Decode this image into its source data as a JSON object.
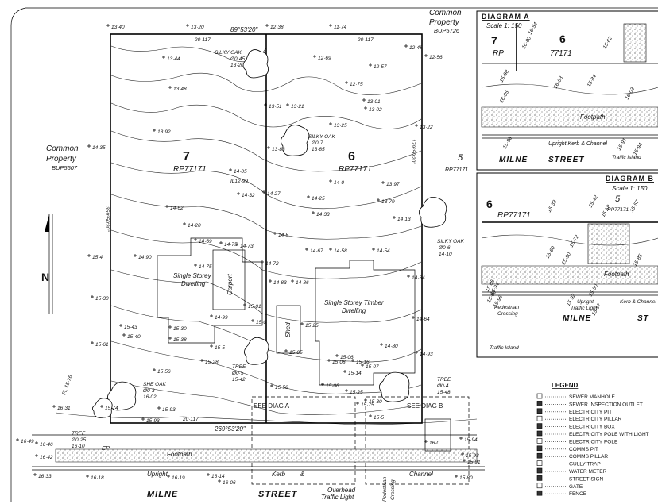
{
  "lots": [
    {
      "number": "7",
      "plan": "RP77171"
    },
    {
      "number": "6",
      "plan": "RP77171"
    }
  ],
  "lot5": "5",
  "lot5_plan": "RP77171",
  "common_left": {
    "line1": "Common",
    "line2": "Property",
    "plan": "BUP5507"
  },
  "common_top": {
    "line1": "Common",
    "line2": "Property",
    "plan": "BUP5726"
  },
  "bearings": {
    "top": "89°53'20\"",
    "bottom": "269°53'20\"",
    "left": "359°50'20\"",
    "right": "179°50'20\""
  },
  "distances": {
    "top": "20·117",
    "bottom": "20·117",
    "top_right": "20·117"
  },
  "dwellings": {
    "lot7": {
      "line1": "Single Storey",
      "line2": "Dwelling"
    },
    "carport": "Carport",
    "lot6": {
      "line1": "Single Storey Timber",
      "line2": "Dwelling"
    },
    "shed": "Shed"
  },
  "trees": [
    {
      "line1": "SILKY OAK",
      "line2": "Ø0·45",
      "line3": "13·20"
    },
    {
      "line1": "SILKY OAK",
      "line2": "Ø0·7",
      "line3": "13·85"
    },
    {
      "line1": "SILKY OAK",
      "line2": "Ø0·6",
      "line3": "14·10"
    },
    {
      "line1": "TREE",
      "line2": "Ø0·5",
      "line3": "15·42"
    },
    {
      "line1": "SHE OAK",
      "line2": "Ø0·3",
      "line3": "16·02"
    },
    {
      "line1": "TREE",
      "line2": "Ø0·25",
      "line3": "16·10"
    },
    {
      "line1": "TREE",
      "line2": "Ø0·4",
      "line3": "15·48"
    }
  ],
  "il": "IL12·99",
  "fl": "FL 15·76",
  "ep": "EP",
  "street": {
    "name1": "MILNE",
    "name2": "STREET"
  },
  "road_labels": {
    "footpath": "Footpath",
    "upright": "Upright",
    "kerb": "Kerb",
    "amp": "&",
    "channel": "Channel",
    "overhead_line1": "Overhead",
    "overhead_line2": "Traffic Light",
    "pedestrian": "Pedestrian",
    "crossing": "Crossing"
  },
  "see_diag_a": "SEE DIAG A",
  "see_diag_b": "SEE DIAG B",
  "north": "N",
  "spot_heights": [
    "13·40",
    "13·20",
    "12·38",
    "11·74",
    "12·48",
    "12·56",
    "13·44",
    "13·48",
    "12·69",
    "12·57",
    "12·75",
    "13·01",
    "13·02",
    "13·22",
    "13·51",
    "13·21",
    "13·25",
    "13·92",
    "14·35",
    "14·05",
    "13·83",
    "14·0",
    "13·97",
    "13·79",
    "14·32",
    "14·27",
    "14·25",
    "14·33",
    "14·13",
    "14·5",
    "14·62",
    "14·20",
    "14·69",
    "14·75",
    "14·73",
    "14·72",
    "14·67",
    "14·58",
    "14·54",
    "14·34",
    "15·4",
    "14·90",
    "14·83",
    "14·86",
    "14·75",
    "15·30",
    "14·99",
    "15·01",
    "15·0",
    "15·30",
    "15·43",
    "15·40",
    "15·38",
    "15·5",
    "15·28",
    "15·25",
    "15·05",
    "15·06",
    "15·07",
    "14·80",
    "14·64",
    "14·93",
    "15·61",
    "15·56",
    "15·08",
    "15·16",
    "15·14",
    "15·06",
    "15·25",
    "15·30",
    "15·5",
    "15·93",
    "15·74",
    "16·31",
    "16·46",
    "16·42",
    "16·49",
    "16·33",
    "16·18",
    "16·19",
    "16·14",
    "16·06",
    "15·94",
    "15·93",
    "15·91",
    "15·80",
    "16·0",
    "15·75",
    "15·93",
    "15·58"
  ],
  "diagram_a": {
    "title": "DIAGRAM A",
    "scale": "Scale 1: 150",
    "lot_left": "7",
    "lot_right": "6",
    "rp": "RP",
    "plan": "77171",
    "footpath": "Footpath",
    "kerb": "Upright Kerb & Channel",
    "island": "Traffic Island",
    "street1": "MILNE",
    "street2": "STREET",
    "spots": [
      "16·54",
      "16·80",
      "15·62",
      "15·98",
      "16·03",
      "15·84",
      "16·03",
      "16·05",
      "15·96",
      "15·91",
      "15·94"
    ]
  },
  "diagram_b": {
    "title": "DIAGRAM B",
    "scale": "Scale 1: 150",
    "lot_left": "6",
    "lot_right": "5",
    "plan_left": "RP77171",
    "plan_right": "RP77171",
    "footpath": "Footpath",
    "pedestrian": "Pedestrian",
    "crossing": "Crossing",
    "upright": "Upright",
    "traffic_light": "Traffic Light",
    "kerb": "Kerb & Channel",
    "island": "Traffic Island",
    "street1": "MILNE",
    "street2": "ST",
    "spots": [
      "15·33",
      "15·42",
      "15·58",
      "15·57",
      "15·72",
      "15·60",
      "15·90",
      "15·85",
      "15·94",
      "15·80",
      "15·85",
      "15·88",
      "15·96",
      "15·92",
      "15·97"
    ]
  },
  "legend": {
    "title": "LEGEND",
    "items": [
      {
        "icon": "sewer-manhole-icon",
        "label": "SEWER MANHOLE"
      },
      {
        "icon": "sewer-inspection-icon",
        "label": "SEWER INSPECTION OUTLET"
      },
      {
        "icon": "electricity-pit-icon",
        "label": "ELECTRICITY PIT"
      },
      {
        "icon": "electricity-pillar-icon",
        "label": "ELECTRICITY PILLAR"
      },
      {
        "icon": "electricity-box-icon",
        "label": "ELECTRICITY BOX"
      },
      {
        "icon": "pole-light-icon",
        "label": "ELECTRICITY POLE WITH LIGHT"
      },
      {
        "icon": "pole-icon",
        "label": "ELECTRICITY POLE"
      },
      {
        "icon": "comms-pit-icon",
        "label": "COMMS PIT"
      },
      {
        "icon": "comms-pillar-icon",
        "label": "COMMS PILLAR"
      },
      {
        "icon": "gully-trap-icon",
        "label": "GULLY TRAP"
      },
      {
        "icon": "water-meter-icon",
        "label": "WATER METER"
      },
      {
        "icon": "street-sign-icon",
        "label": "STREET SIGN"
      },
      {
        "icon": "gate-icon",
        "label": "GATE"
      },
      {
        "icon": "fence-icon",
        "label": "FENCE"
      }
    ]
  }
}
